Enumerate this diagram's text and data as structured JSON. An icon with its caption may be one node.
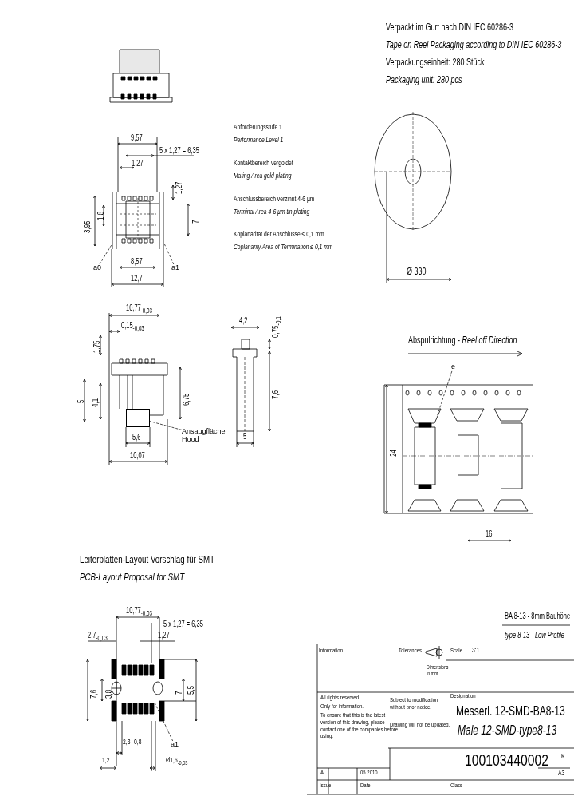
{
  "diagram": {
    "nodes": [
      {
        "text": [
          "Ansaugfläche",
          "Hood"
        ]
      },
      {
        "text": [],
        "shape": "box"
      },
      {
        "text": [
          "a0"
        ]
      },
      {
        "text": [
          "a1"
        ]
      },
      {
        "text": [
          "e"
        ]
      },
      {
        "text": [
          "a1"
        ]
      }
    ],
    "edges": [
      {
        "from": 0,
        "to": 1,
        "arrow": "none",
        "style": "dashed"
      },
      {
        "from": 2,
        "to": null,
        "arrow": "none",
        "style": "dashed"
      },
      {
        "from": 3,
        "to": null,
        "arrow": "none",
        "style": "dashed"
      },
      {
        "from": 4,
        "to": null,
        "arrow": "none",
        "style": "dashed"
      },
      {
        "from": 5,
        "to": null,
        "arrow": "none",
        "style": "dashed"
      }
    ],
    "labels": [
      "Verpackt im Gurt nach DIN IEC 60286-3",
      "Tape on Reel Packaging according to DIN IEC 60286-3",
      "Verpackungseinheit:  280 Stück",
      "Packaging unit:  280 pcs",
      "Anforderungsstufe 1",
      "Performance Level 1",
      "Kontaktbereich vergoldet",
      "Mating Area gold plating",
      "Anschlussbereich verzinnt 4-6 µm",
      "Terminal Area 4-6 µm tin plating",
      "Koplanarität der Anschlüsse ≤ 0,1 mm",
      "Coplanarity Area of Termination ≤ 0,1 mm",
      "9,57",
      "5 x 1,27 = 6,35",
      "1,27",
      "1,27",
      "3,95",
      "1,8",
      "7",
      "8,57",
      "12,7",
      "10,77$_{-0,03}$",
      "0,15$_{-0,03}$",
      "1,75",
      "5",
      "4,1",
      "6,75",
      "5,6",
      "10,07",
      "4,2",
      "0,75$_{-0,1}$",
      "7,6",
      "5",
      "Ø 330",
      "Abspulrichtung - *Reel off Direction*",
      "24",
      "16",
      "Leiterplatten-Layout Vorschlag für SMT",
      "PCB-Layout Proposal for SMT",
      "10,77$_{-0,03}$",
      "5 x 1,27 = 6,35",
      "2,7$_{-0,03}$",
      "1,27",
      "7,6",
      "3,8",
      "7",
      "5,5",
      "2,3",
      "0,8",
      "1,2",
      "Ø1,6$_{-0,03}$",
      "BA 8-13 - 8mm Bauhöhe",
      "type 8-13 - Low Profile",
      "Information",
      "Tolerances",
      "Dimensions in mm",
      "Scale",
      "3:1",
      "All rights reserved",
      "Only for information.",
      "To ensure that this is the latest version of this drawing, please contact one of the companies before using.",
      "Subject to modification without prior notice.",
      "Drawing will not be updated.",
      "Designation",
      "Messerl. 12-SMD-BA8-13",
      "Male 12-SMD-type8-13",
      "100103440002",
      "K",
      "A",
      "05.2010",
      "A3",
      "Issue",
      "Date",
      "Class"
    ]
  }
}
